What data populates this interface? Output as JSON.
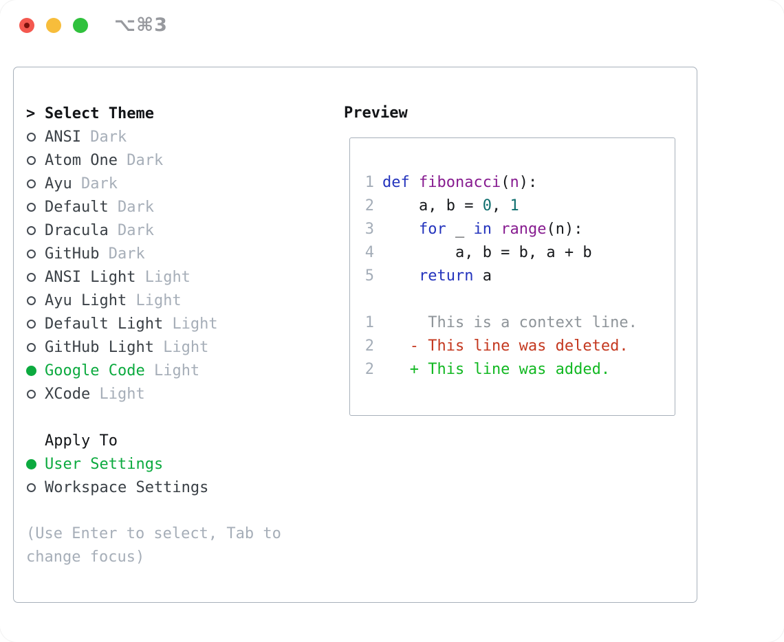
{
  "titlebar": {
    "shortcut": "⌥⌘3"
  },
  "left_panel": {
    "header": {
      "prompt": ">",
      "label": "Select Theme"
    },
    "themes": [
      {
        "name": "ANSI",
        "variant": "Dark",
        "selected": false
      },
      {
        "name": "Atom One",
        "variant": "Dark",
        "selected": false
      },
      {
        "name": "Ayu",
        "variant": "Dark",
        "selected": false
      },
      {
        "name": "Default",
        "variant": "Dark",
        "selected": false
      },
      {
        "name": "Dracula",
        "variant": "Dark",
        "selected": false
      },
      {
        "name": "GitHub",
        "variant": "Dark",
        "selected": false
      },
      {
        "name": "ANSI Light",
        "variant": "Light",
        "selected": false
      },
      {
        "name": "Ayu Light",
        "variant": "Light",
        "selected": false
      },
      {
        "name": "Default Light",
        "variant": "Light",
        "selected": false
      },
      {
        "name": "GitHub Light",
        "variant": "Light",
        "selected": false
      },
      {
        "name": "Google Code",
        "variant": "Light",
        "selected": true
      },
      {
        "name": "XCode",
        "variant": "Light",
        "selected": false
      }
    ],
    "apply_to": {
      "header": "Apply To",
      "options": [
        {
          "label": "User Settings",
          "selected": true
        },
        {
          "label": "Workspace Settings",
          "selected": false
        }
      ]
    },
    "help_text": "(Use Enter to select, Tab to change focus)"
  },
  "preview": {
    "header": "Preview",
    "code_lines": [
      {
        "num": "1",
        "tokens": [
          [
            "def",
            "kw"
          ],
          [
            " ",
            "pl"
          ],
          [
            "fibonacci",
            "fn"
          ],
          [
            "(",
            "pl"
          ],
          [
            "n",
            "fn"
          ],
          [
            "):",
            "pl"
          ]
        ]
      },
      {
        "num": "2",
        "tokens": [
          [
            "    a, b = ",
            "pl"
          ],
          [
            "0",
            "num"
          ],
          [
            ", ",
            "pl"
          ],
          [
            "1",
            "num"
          ]
        ]
      },
      {
        "num": "3",
        "tokens": [
          [
            "    ",
            "pl"
          ],
          [
            "for",
            "kw"
          ],
          [
            " _ ",
            "pl"
          ],
          [
            "in",
            "kw"
          ],
          [
            " ",
            "pl"
          ],
          [
            "range",
            "fn"
          ],
          [
            "(n):",
            "pl"
          ]
        ]
      },
      {
        "num": "4",
        "tokens": [
          [
            "        a, b = b, a + b",
            "pl"
          ]
        ]
      },
      {
        "num": "5",
        "tokens": [
          [
            "    ",
            "pl"
          ],
          [
            "return",
            "kw"
          ],
          [
            " a",
            "pl"
          ]
        ]
      }
    ],
    "diff_lines": [
      {
        "num": "1",
        "kind": "context",
        "text": "     This is a context line."
      },
      {
        "num": "2",
        "kind": "deleted",
        "text": "   - This line was deleted."
      },
      {
        "num": "2",
        "kind": "added",
        "text": "   + This line was added."
      }
    ]
  },
  "colors": {
    "accent_green": "#0caa3f",
    "ink": "#3a4046",
    "black": "#121417",
    "muted": "#a6aeb8",
    "border": "#a7b0ba",
    "linenum": "#a4adb8",
    "keyword": "#2434bd",
    "function": "#871c90",
    "number": "#0e6e6e",
    "code": "#17191c",
    "diff_context": "#8e9499",
    "diff_deleted": "#c4381f",
    "diff_added": "#12b822",
    "trafficlight_red": "#f4584f",
    "trafficlight_red_dot": "#7c120c",
    "trafficlight_yellow": "#f7bd3b",
    "trafficlight_green": "#30c13d",
    "title_gray": "#97999e"
  }
}
